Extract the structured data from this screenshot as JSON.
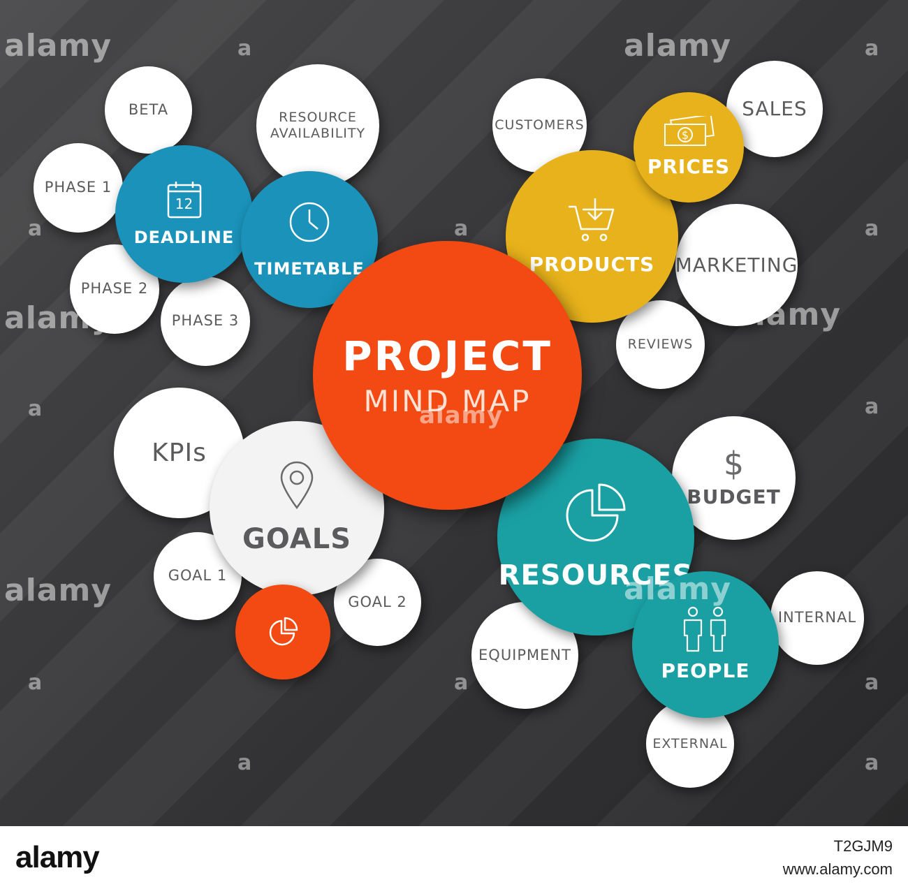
{
  "center": {
    "title": "PROJECT",
    "subtitle": "MIND MAP"
  },
  "deadline_group": {
    "deadline": "DEADLINE",
    "calendar_day": "12",
    "timetable": "TIMETABLE",
    "beta": "BETA",
    "phase1": "PHASE 1",
    "phase2": "PHASE 2",
    "phase3": "PHASE 3",
    "resource_availability": "RESOURCE AVAILABILITY"
  },
  "products_group": {
    "products": "PRODUCTS",
    "prices": "PRICES",
    "customers": "CUSTOMERS",
    "sales": "SALES",
    "marketing": "MARKETING",
    "reviews": "REVIEWS"
  },
  "goals_group": {
    "goals": "GOALS",
    "kpis": "KPIs",
    "goal1": "GOAL 1",
    "goal2": "GOAL 2"
  },
  "resources_group": {
    "resources": "RESOURCES",
    "budget": "BUDGET",
    "people": "PEOPLE",
    "equipment": "EQUIPMENT",
    "internal": "INTERNAL",
    "external": "EXTERNAL"
  },
  "colors": {
    "center": "#f24a12",
    "deadline": "#1a92ba",
    "products": "#e7b21b",
    "resources": "#1aa0a3",
    "goals_accent": "#f24a12"
  },
  "watermark": {
    "text": "alamy",
    "letter": "a"
  },
  "footer": {
    "logo": "alamy",
    "image_id": "T2GJM9",
    "site": "www.alamy.com"
  }
}
